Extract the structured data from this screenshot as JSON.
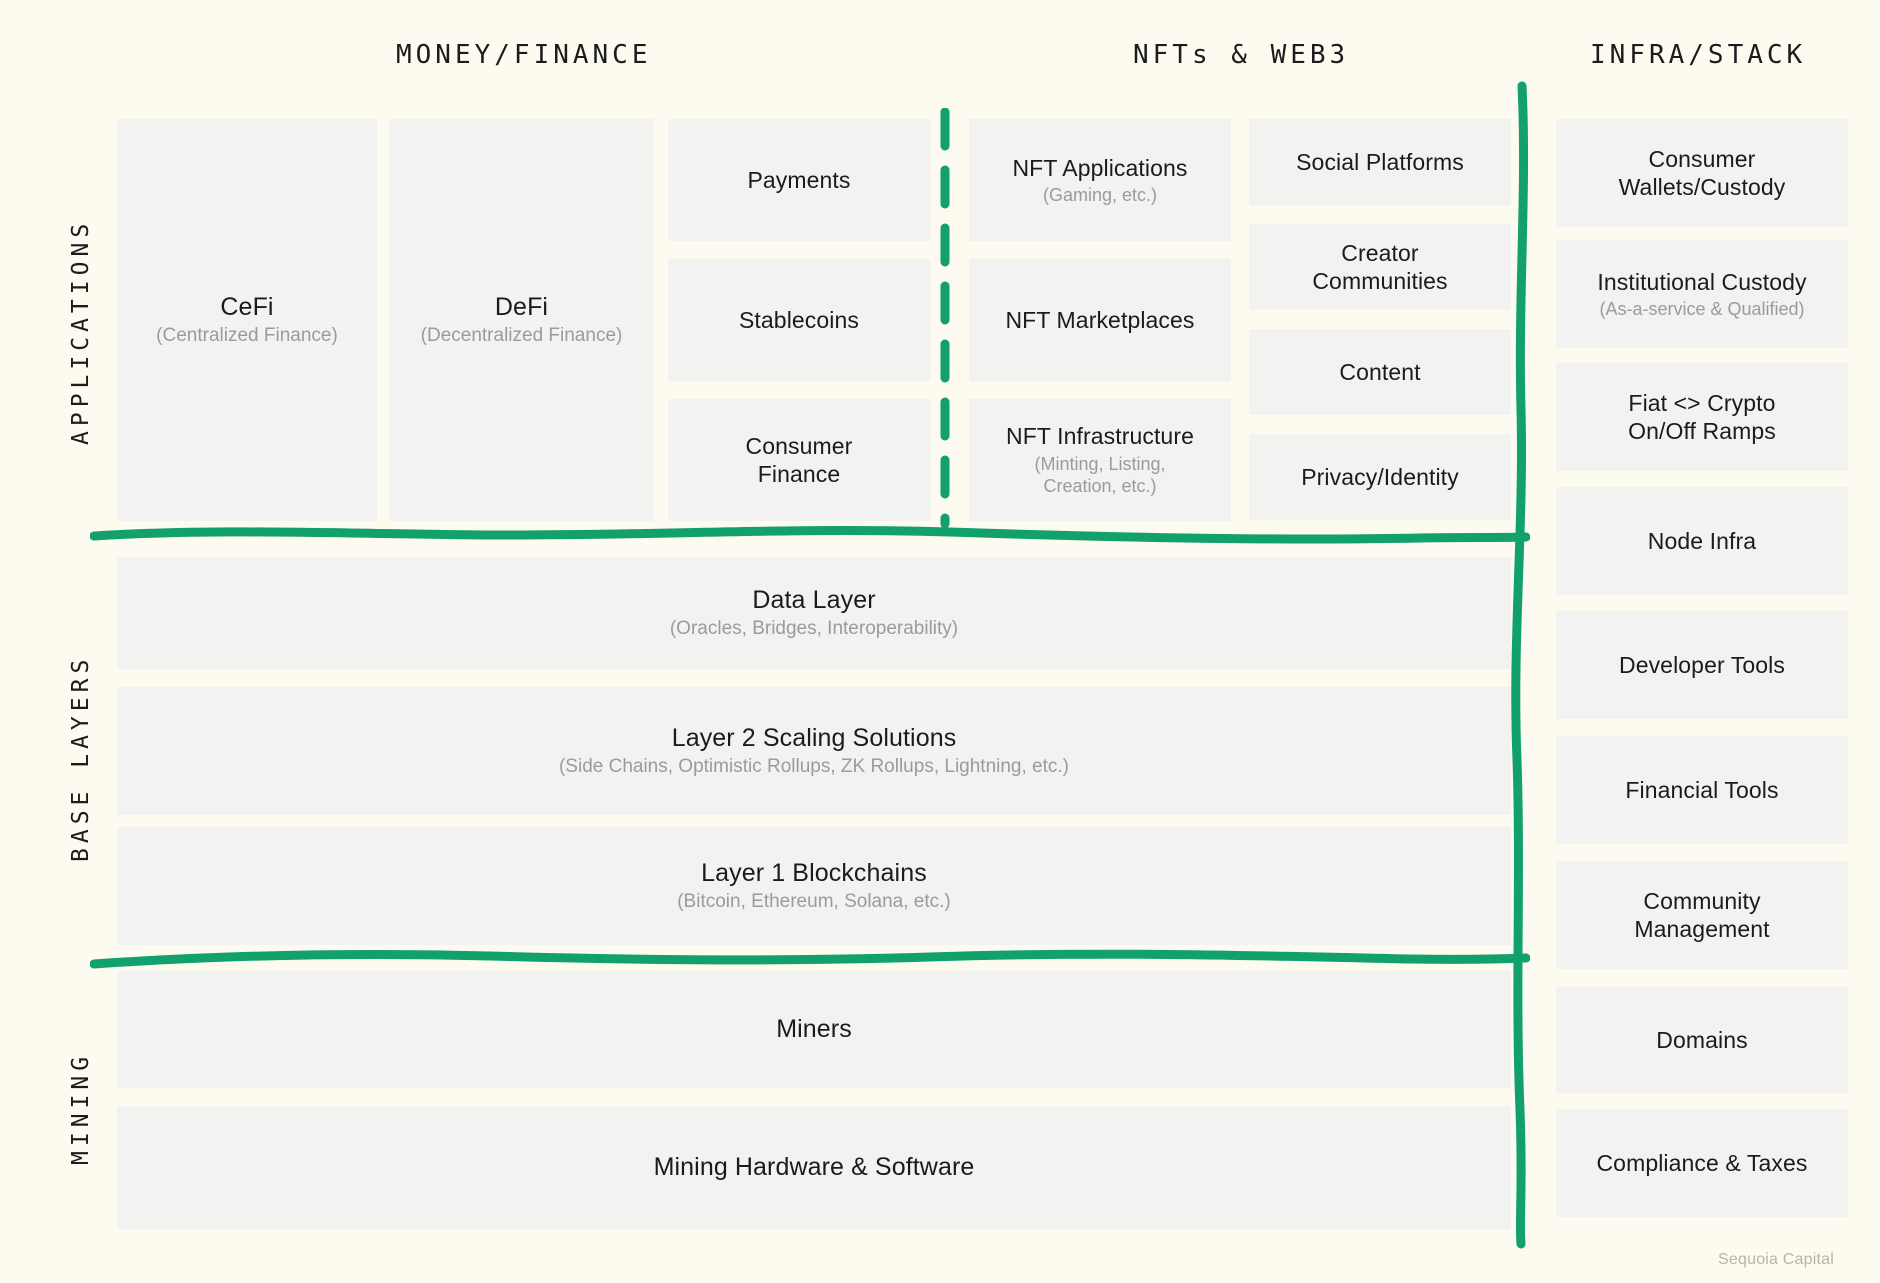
{
  "theme": {
    "background": "#fdfaf0",
    "box_fill": "#f2f2f1",
    "accent_green": "#12a06c",
    "text": "#1b1b1b",
    "muted_text": "#9b9b9b",
    "footer_text": "#b9b4a8"
  },
  "column_headers": [
    {
      "label": "MONEY/FINANCE"
    },
    {
      "label": "NFTs & WEB3"
    },
    {
      "label": "INFRA/STACK"
    }
  ],
  "section_labels": [
    {
      "label": "APPLICATIONS"
    },
    {
      "label": "BASE LAYERS"
    },
    {
      "label": "MINING"
    }
  ],
  "applications": {
    "money_finance": {
      "cefi": {
        "title": "CeFi",
        "sub": "(Centralized Finance)"
      },
      "defi": {
        "title": "DeFi",
        "sub": "(Decentralized Finance)"
      },
      "stack": [
        {
          "title": "Payments",
          "sub": ""
        },
        {
          "title": "Stablecoins",
          "sub": ""
        },
        {
          "title": "Consumer\nFinance",
          "sub": ""
        }
      ]
    },
    "nfts_web3": {
      "nft_stack": [
        {
          "title": "NFT Applications",
          "sub": "(Gaming, etc.)"
        },
        {
          "title": "NFT Marketplaces",
          "sub": ""
        },
        {
          "title": "NFT Infrastructure",
          "sub": "(Minting, Listing,\nCreation, etc.)"
        }
      ],
      "social_stack": [
        {
          "title": "Social Platforms",
          "sub": ""
        },
        {
          "title": "Creator\nCommunities",
          "sub": ""
        },
        {
          "title": "Content",
          "sub": ""
        },
        {
          "title": "Privacy/Identity",
          "sub": ""
        }
      ]
    }
  },
  "base_layers": [
    {
      "title": "Data Layer",
      "sub": "(Oracles, Bridges, Interoperability)"
    },
    {
      "title": "Layer 2 Scaling Solutions",
      "sub": "(Side Chains, Optimistic Rollups, ZK Rollups, Lightning, etc.)"
    },
    {
      "title": "Layer 1 Blockchains",
      "sub": "(Bitcoin, Ethereum, Solana, etc.)"
    }
  ],
  "mining": [
    {
      "title": "Miners",
      "sub": ""
    },
    {
      "title": "Mining Hardware & Software",
      "sub": ""
    }
  ],
  "infra_stack": [
    {
      "title": "Consumer\nWallets/Custody",
      "sub": ""
    },
    {
      "title": "Institutional Custody",
      "sub": "(As-a-service & Qualified)"
    },
    {
      "title": "Fiat <> Crypto\nOn/Off Ramps",
      "sub": ""
    },
    {
      "title": "Node Infra",
      "sub": ""
    },
    {
      "title": "Developer Tools",
      "sub": ""
    },
    {
      "title": "Financial Tools",
      "sub": ""
    },
    {
      "title": "Community\nManagement",
      "sub": ""
    },
    {
      "title": "Domains",
      "sub": ""
    },
    {
      "title": "Compliance & Taxes",
      "sub": ""
    }
  ],
  "footer": {
    "attribution": "Sequoia Capital"
  }
}
